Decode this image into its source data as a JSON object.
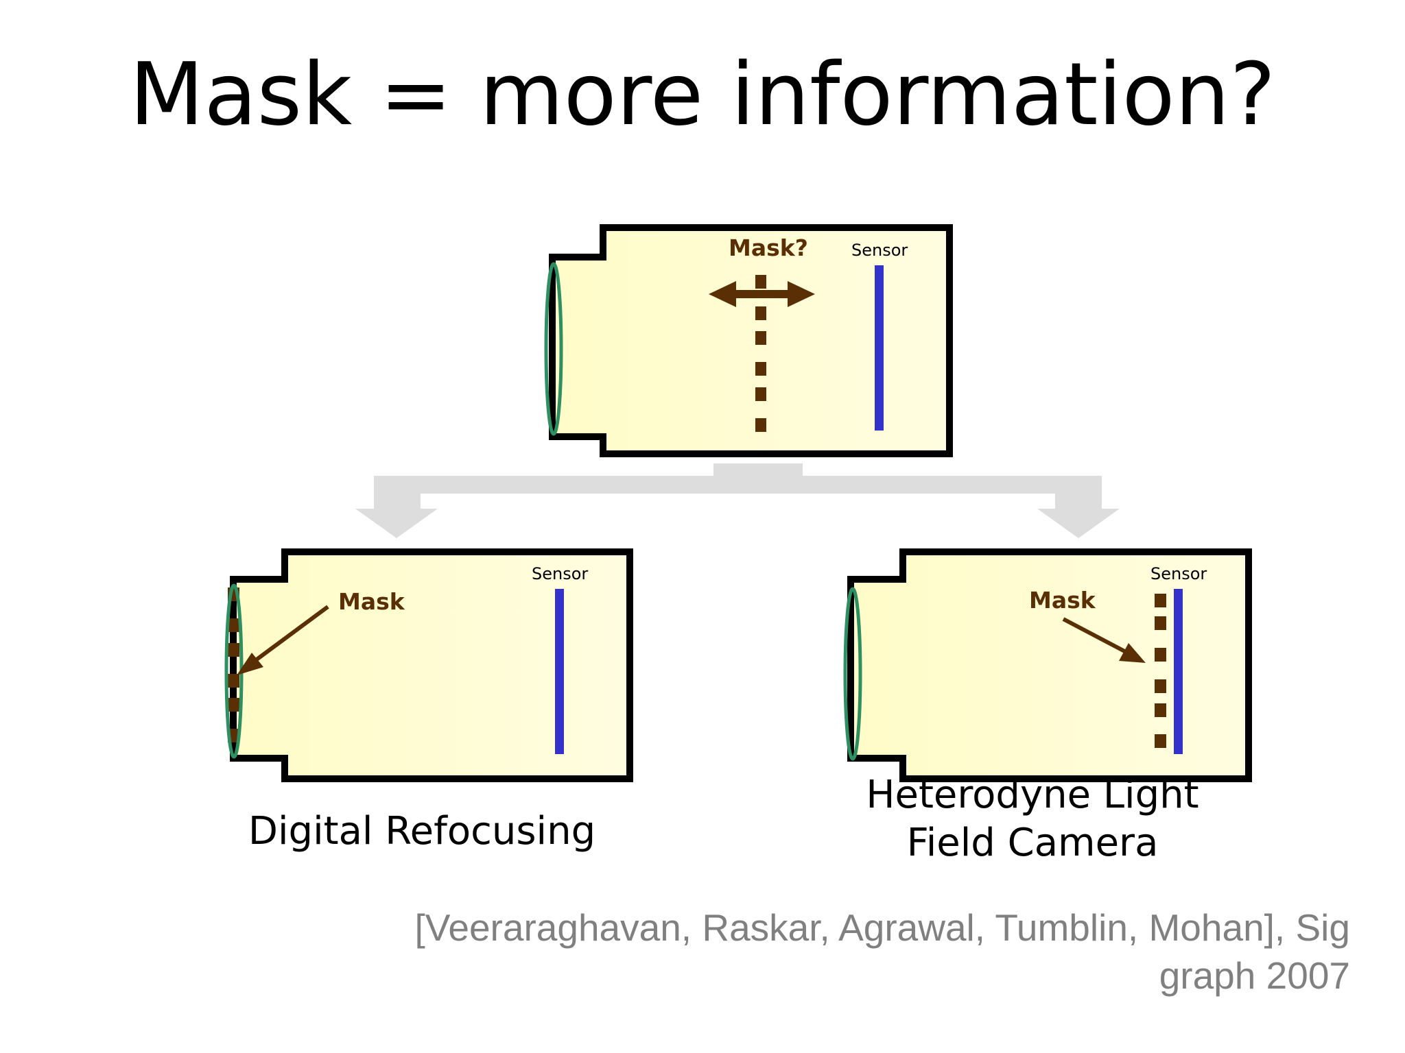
{
  "slide": {
    "title": "Mask = more information?",
    "colors": {
      "camera_fill": "#fffccc",
      "camera_outline": "#000000",
      "lens": "#2e8f62",
      "mask": "#5a2f05",
      "sensor": "#3333cc",
      "connector": "#dddddd",
      "citation": "#808080"
    }
  },
  "top_camera": {
    "mask_label": "Mask?",
    "sensor_label": "Sensor"
  },
  "left_camera": {
    "mask_label": "Mask",
    "sensor_label": "Sensor",
    "caption": "Digital Refocusing"
  },
  "right_camera": {
    "mask_label": "Mask",
    "sensor_label": "Sensor",
    "caption_line1": "Heterodyne Light",
    "caption_line2": "Field Camera"
  },
  "citation": {
    "line1": "[Veeraraghavan, Raskar, Agrawal, Tumblin, Mohan], Sig",
    "line2": "graph 2007"
  }
}
